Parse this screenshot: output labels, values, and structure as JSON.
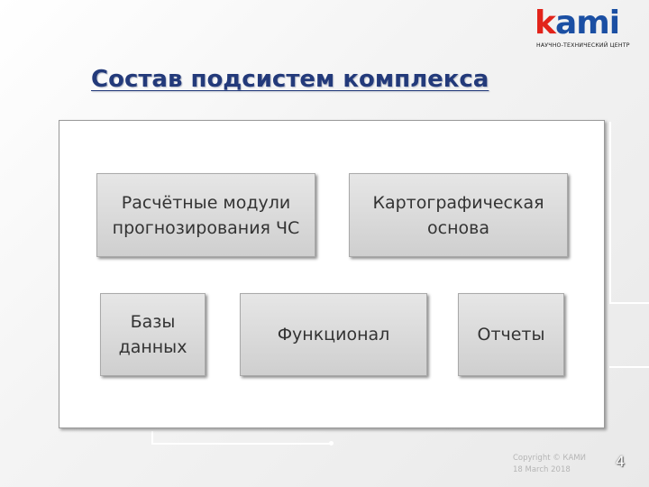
{
  "logo": {
    "letter_k": "k",
    "letters_rest": "ami",
    "subtitle": "НАУЧНО-ТЕХНИЧЕСКИЙ ЦЕНТР",
    "colors": {
      "k": "#e2231a",
      "rest": "#1b4fa3"
    }
  },
  "title": "Состав подсистем комплекса",
  "boxes": {
    "calc": "Расчётные модули\nпрогнозирования ЧС",
    "carto": "Картографическая\nоснова",
    "db": "Базы\nданных",
    "func": "Функционал",
    "reports": "Отчеты"
  },
  "footer": {
    "copyright": "Copyright © КАМИ",
    "date": "18 March 2018",
    "page_number": "4"
  },
  "colors": {
    "title": "#233a7a",
    "box_fill": "#d9d9d9",
    "box_text": "#333333"
  }
}
